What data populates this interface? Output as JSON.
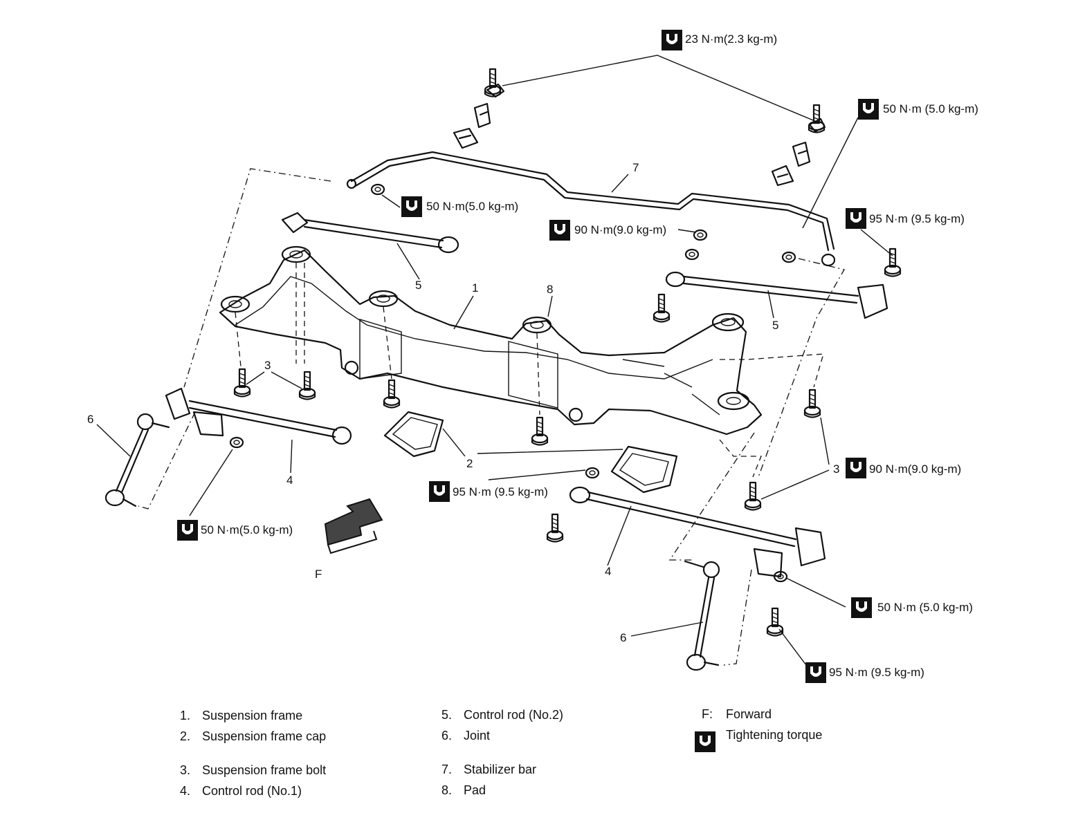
{
  "torque_labels": {
    "t1": "23 N·m(2.3 kg-m)",
    "t2": "50 N·m (5.0 kg-m)",
    "t3": "50 N·m(5.0 kg-m)",
    "t4": "95 N·m (9.5 kg-m)",
    "t5": "90 N·m(9.0 kg-m)",
    "t6": "90 N·m(9.0 kg-m)",
    "t7": "95 N·m (9.5 kg-m)",
    "t8": "50 N·m(5.0 kg-m)",
    "t9": "50 N·m (5.0 kg-m)",
    "t10": "95 N·m (9.5 kg-m)"
  },
  "callouts": {
    "c1": "1",
    "c2": "2",
    "c3a": "3",
    "c3b": "3",
    "c4a": "4",
    "c4b": "4",
    "c5a": "5",
    "c5b": "5",
    "c6a": "6",
    "c6b": "6",
    "c7": "7",
    "c8": "8",
    "forward": "F"
  },
  "legend": {
    "items": [
      {
        "num": "1.",
        "label": "Suspension frame"
      },
      {
        "num": "2.",
        "label": "Suspension frame cap"
      },
      {
        "num": "3.",
        "label": "Suspension frame bolt"
      },
      {
        "num": "4.",
        "label": "Control rod (No.1)"
      },
      {
        "num": "5.",
        "label": "Control rod (No.2)"
      },
      {
        "num": "6.",
        "label": "Joint"
      },
      {
        "num": "7.",
        "label": "Stabilizer bar"
      },
      {
        "num": "8.",
        "label": "Pad"
      }
    ],
    "forward_key": "F:",
    "forward_label": "Forward",
    "torque_label": "Tightening torque"
  },
  "icons": {
    "torque": "torque-wrench-icon",
    "forward": "forward-arrow-icon"
  },
  "colors": {
    "ink": "#111111",
    "background": "#ffffff"
  }
}
